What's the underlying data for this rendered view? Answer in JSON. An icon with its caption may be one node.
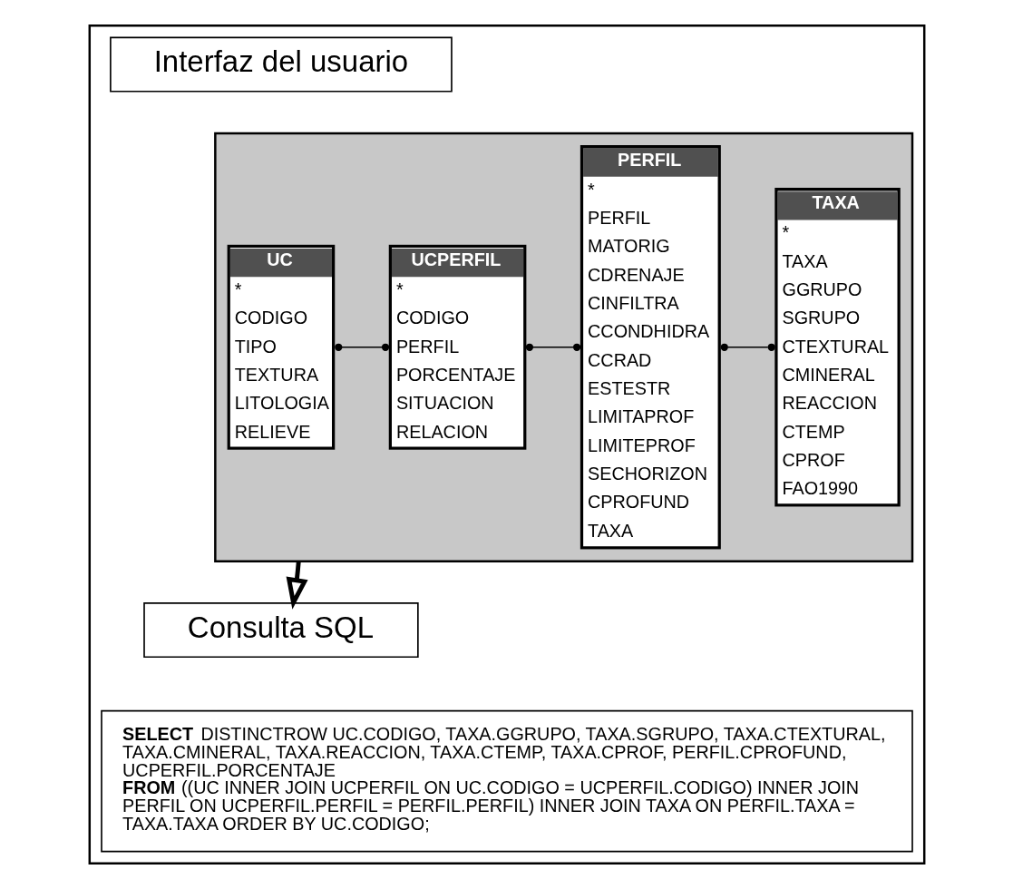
{
  "diagram": {
    "nodes": [
      {
        "text": [],
        "shape": "box"
      },
      {
        "text": [
          "Interfaz del usuario"
        ],
        "in": 0
      },
      {
        "text": [],
        "shape": "box",
        "in": 0
      },
      {
        "text": [
          "UC",
          "*",
          "CODIGO",
          "TIPO",
          "TEXTURA",
          "LITOLOGIA",
          "RELIEVE"
        ],
        "in": 2
      },
      {
        "text": [
          "UCPERFIL",
          "*",
          "CODIGO",
          "PERFIL",
          "PORCENTAJE",
          "SITUACION",
          "RELACION"
        ],
        "in": 2
      },
      {
        "text": [
          "PERFIL",
          "*",
          "PERFIL",
          "MATORIG",
          "CDRENAJE",
          "CINFILTRA",
          "CCONDHIDRA",
          "CCRAD",
          "ESTESTR",
          "LIMITAPROF",
          "LIMITEPROF",
          "SECHORIZON",
          "CPROFUND",
          "TAXA"
        ],
        "in": 2
      },
      {
        "text": [
          "TAXA",
          "*",
          "TAXA",
          "GGRUPO",
          "SGRUPO",
          "CTEXTURAL",
          "CMINERAL",
          "REACCION",
          "CTEMP",
          "CPROF",
          "FAO1990"
        ],
        "in": 2
      },
      {
        "text": [
          "Consulta SQL"
        ],
        "in": 0
      },
      {
        "text": [
          "**SELECT** DISTINCTROW UC.CODIGO, TAXA.GGRUPO, TAXA.SGRUPO, TAXA.CTEXTURAL, TAXA.CMINERAL, TAXA.REACCION, TAXA.CTEMP, TAXA.CPROF, PERFIL.CPROFUND, UCPERFIL.PORCENTAJE",
          "**FROM** ((UC INNER JOIN UCPERFIL ON UC.CODIGO = UCPERFIL.CODIGO) INNER JOIN PERFIL ON UCPERFIL.PERFIL = PERFIL.PERFIL) INNER JOIN TAXA ON PERFIL.TAXA = TAXA.TAXA ORDER BY UC.CODIGO;"
        ],
        "in": 0
      }
    ],
    "edges": [
      {
        "from": 3,
        "to": 4,
        "arrow": "other"
      },
      {
        "from": 4,
        "to": 5,
        "arrow": "other"
      },
      {
        "from": 5,
        "to": 6,
        "arrow": "other"
      },
      {
        "from": 2,
        "to": 7,
        "arrow": "to",
        "style": "thick"
      }
    ]
  }
}
